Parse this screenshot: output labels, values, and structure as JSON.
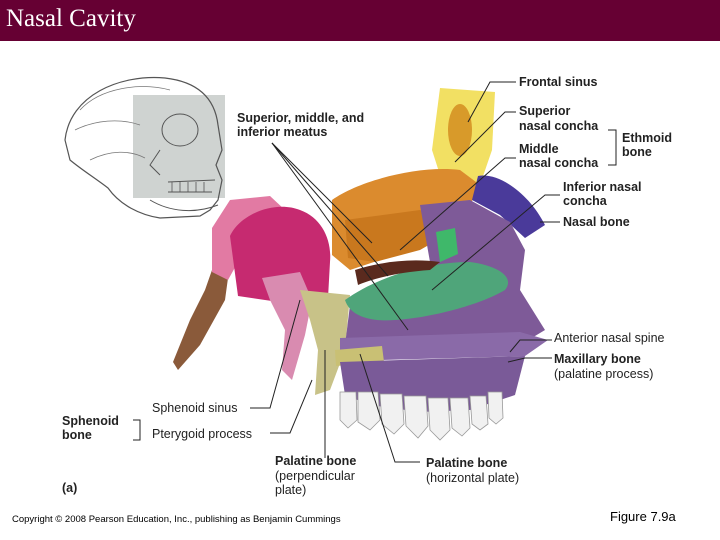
{
  "slide": {
    "title": "Nasal Cavity",
    "copyright": "Copyright © 2008 Pearson Education, Inc., publishing as Benjamin Cummings",
    "figure_ref": "Figure 7.9a"
  },
  "labels": {
    "frontal_sinus": "Frontal sinus",
    "meatus_1": "Superior, middle, and",
    "meatus_2": "inferior meatus",
    "sup_concha_1": "Superior",
    "sup_concha_2": "nasal concha",
    "mid_concha_1": "Middle",
    "mid_concha_2": "nasal concha",
    "ethmoid_1": "Ethmoid",
    "ethmoid_2": "bone",
    "inf_concha_1": "Inferior nasal",
    "inf_concha_2": "concha",
    "nasal_bone": "Nasal bone",
    "ant_spine": "Anterior nasal spine",
    "maxillary_1": "Maxillary bone",
    "maxillary_2": "(palatine process)",
    "sphenoid_sinus": "Sphenoid sinus",
    "sphenoid_1": "Sphenoid",
    "sphenoid_2": "bone",
    "pterygoid": "Pterygoid process",
    "palatine_perp_1": "Palatine bone",
    "palatine_perp_2": "(perpendicular",
    "palatine_perp_3": "plate)",
    "palatine_horiz_1": "Palatine bone",
    "palatine_horiz_2": "(horizontal plate)",
    "panel": "(a)"
  }
}
